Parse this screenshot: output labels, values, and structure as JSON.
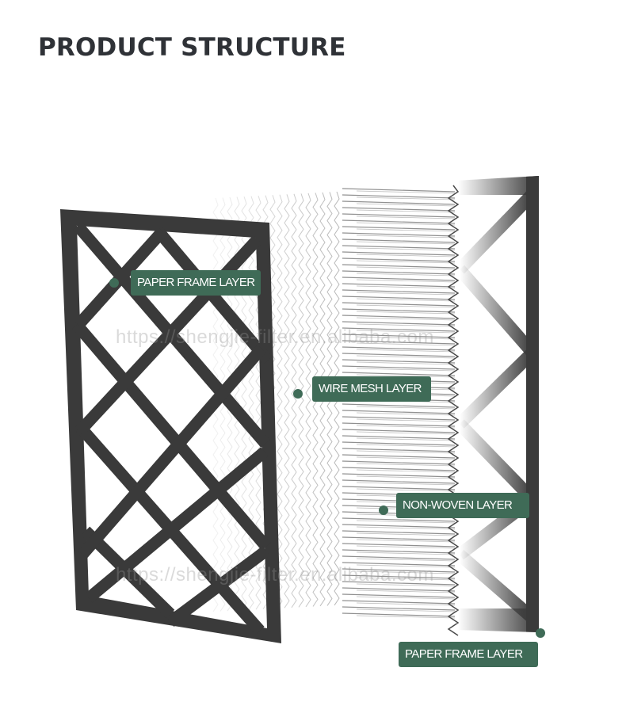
{
  "title": "PRODUCT STRUCTURE",
  "layers": [
    {
      "id": "front-frame",
      "label": "PAPER FRAME LAYER"
    },
    {
      "id": "wire-mesh",
      "label": "WIRE MESH LAYER"
    },
    {
      "id": "non-woven",
      "label": "NON-WOVEN LAYER"
    },
    {
      "id": "back-frame",
      "label": "PAPER FRAME LAYER"
    }
  ],
  "watermark": "https://shengjie-filter.en.alibaba.com",
  "colors": {
    "frame": "#3a3a3a",
    "label_bg": "#3f6b57",
    "label_text": "#ffffff",
    "title": "#2f3237"
  }
}
